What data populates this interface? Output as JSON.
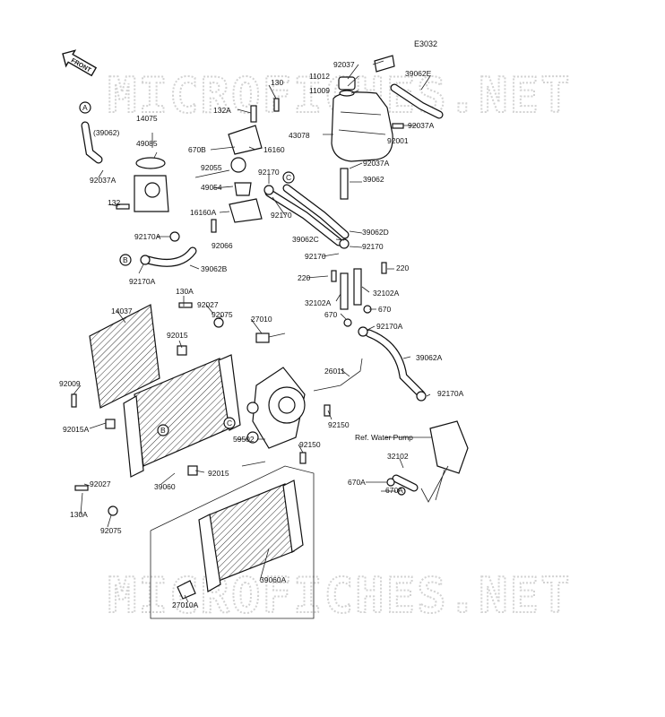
{
  "diagram": {
    "code": "E3032",
    "front_label": "FRONT",
    "watermark": "MICROFICHES.NET",
    "ref_note": "Ref. Water Pump",
    "parts": [
      "92037",
      "11012",
      "11009",
      "39062E",
      "132A",
      "130",
      "43078",
      "92037A",
      "92001",
      "14075",
      "49085",
      "670B",
      "16160",
      "39062",
      "92037A",
      "92055",
      "92170",
      "49054",
      "132",
      "16160A",
      "92170",
      "39062D",
      "92066",
      "39062C",
      "92170",
      "92170A",
      "92170",
      "39062B",
      "92170A",
      "220",
      "220",
      "32102A",
      "32102A",
      "670",
      "670",
      "92170A",
      "130A",
      "92027",
      "92075",
      "27010",
      "14037",
      "92015",
      "39062A",
      "26011",
      "92009",
      "92015A",
      "92170A",
      "92150",
      "59502",
      "92150",
      "32102",
      "92015",
      "39060",
      "92027",
      "670A",
      "670A",
      "130A",
      "92075",
      "39060A",
      "27010A",
      "39062",
      "A",
      "B",
      "A",
      "B",
      "C",
      "C"
    ]
  }
}
